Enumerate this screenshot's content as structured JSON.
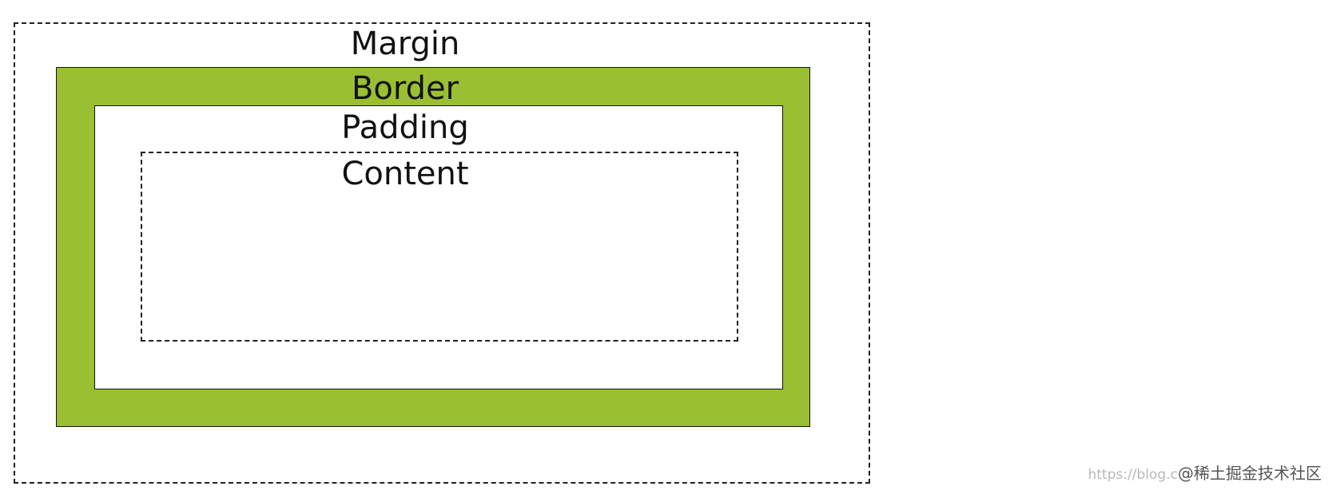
{
  "diagram": {
    "labels": {
      "margin": "Margin",
      "border": "Border",
      "padding": "Padding",
      "content": "Content"
    },
    "colors": {
      "border_fill": "#9bbf33",
      "outline": "#111111",
      "background": "#ffffff"
    }
  },
  "watermark": {
    "url_text": "https://blog.c",
    "brand_text": "@稀土掘金技术社区"
  }
}
